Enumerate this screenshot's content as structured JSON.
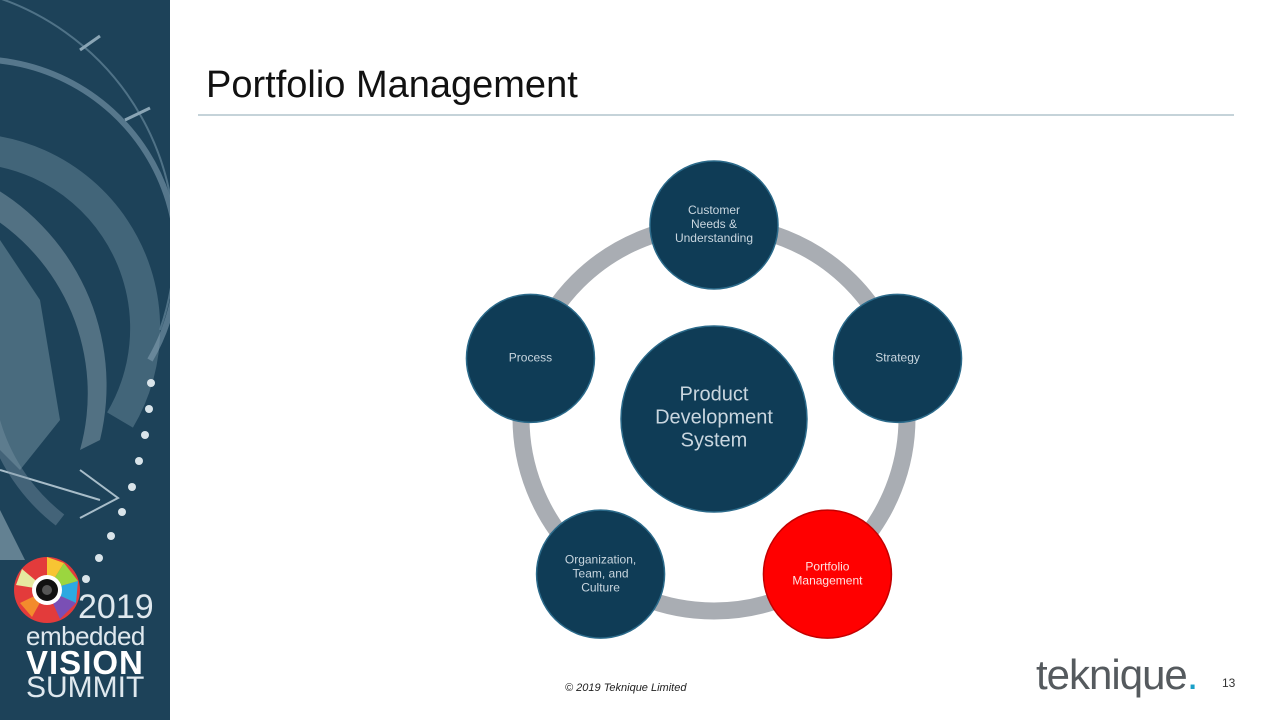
{
  "slide": {
    "title": "Portfolio Management",
    "footer": "© 2019 Teknique Limited",
    "page_number": "13"
  },
  "brand": {
    "name": "teknique",
    "dot": "."
  },
  "event_logo": {
    "year": "2019",
    "line1": "embedded",
    "line2": "VISION",
    "line3": "SUMMIT"
  },
  "diagram": {
    "center": {
      "lines": [
        "Product",
        "Development",
        "System"
      ]
    },
    "nodes": [
      {
        "id": "customer",
        "lines": [
          "Customer",
          "Needs &",
          "Understanding"
        ],
        "highlighted": false
      },
      {
        "id": "strategy",
        "lines": [
          "Strategy"
        ],
        "highlighted": false
      },
      {
        "id": "portfolio",
        "lines": [
          "Portfolio",
          "Management"
        ],
        "highlighted": true
      },
      {
        "id": "organization",
        "lines": [
          "Organization,",
          "Team, and",
          "Culture"
        ],
        "highlighted": false
      },
      {
        "id": "process",
        "lines": [
          "Process"
        ],
        "highlighted": false
      }
    ]
  },
  "colors": {
    "node_fill": "#0f3c56",
    "highlight_fill": "#ff0000",
    "ring": "#a9adb3",
    "sidebar": "#1d4259",
    "node_text": "#c9d6df",
    "highlight_text": "#ffe3e3"
  }
}
